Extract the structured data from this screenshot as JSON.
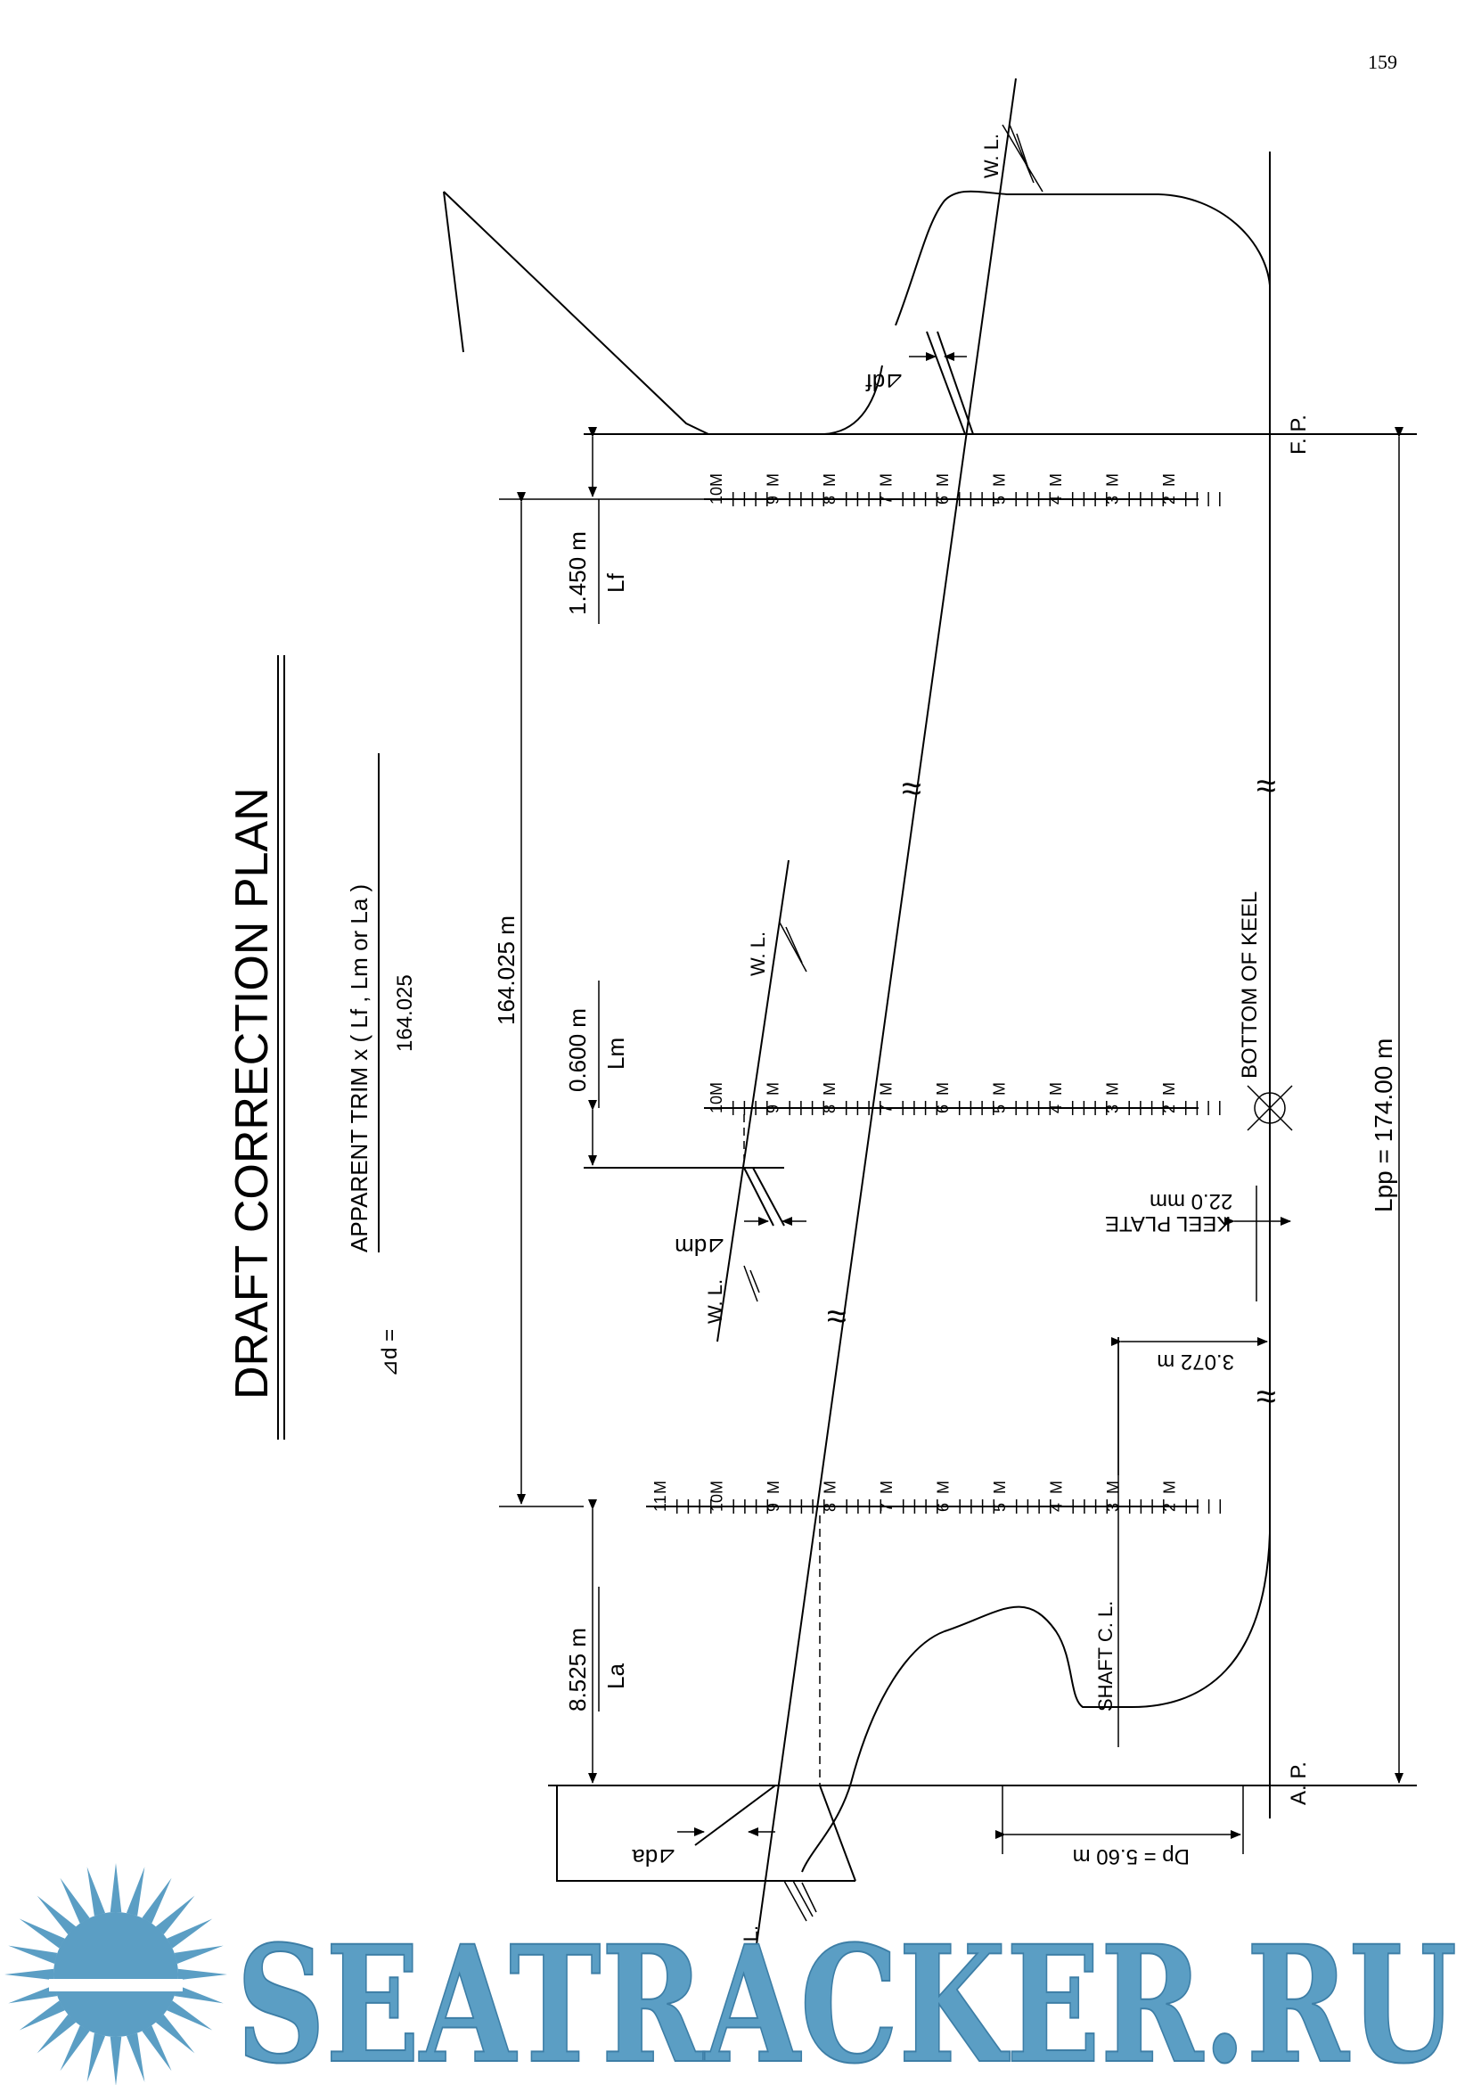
{
  "page_number": "159",
  "title": "DRAFT   CORRECTION   PLAN",
  "formula": {
    "lhs": "⊿d  =",
    "numerator": "APPARENT TRIM  x  ( Lf , Lm or La )",
    "denominator": "164.025"
  },
  "dimensions": {
    "lf_value": "1.450  m",
    "lf_label": "Lf",
    "lm_value": "0.600  m",
    "lm_label": "Lm",
    "la_value": "8.525  m",
    "la_label": "La",
    "between_marks": "164.025  m",
    "lpp": "Lpp  =  174.00  m",
    "keel_plate_label": "KEEL PLATE",
    "keel_plate_value": "22.0  mm",
    "shaft_height": "3.072  m",
    "propeller_dia": "Dp = 5.60  m"
  },
  "labels": {
    "waterline": "W. L.",
    "fp": "F. P.",
    "ap": "A. P.",
    "bottom_of_keel": "BOTTOM   OF   KEEL",
    "shaft_cl": "SHAFT   C. L.",
    "delta_f": "⊿df",
    "delta_m": "⊿dm",
    "delta_a": "⊿da",
    "break_symbol": "≈"
  },
  "draft_marks": {
    "forward": [
      "10",
      "9",
      "8",
      "7",
      "6",
      "5",
      "4",
      "3",
      "2"
    ],
    "midship": [
      "10",
      "9",
      "8",
      "7",
      "6",
      "5",
      "4",
      "3",
      "2"
    ],
    "aft": [
      "11",
      "10",
      "9",
      "8",
      "7",
      "6",
      "5",
      "4",
      "3",
      "2"
    ],
    "unit": "M"
  },
  "watermark": "SEATRACKER.RU"
}
